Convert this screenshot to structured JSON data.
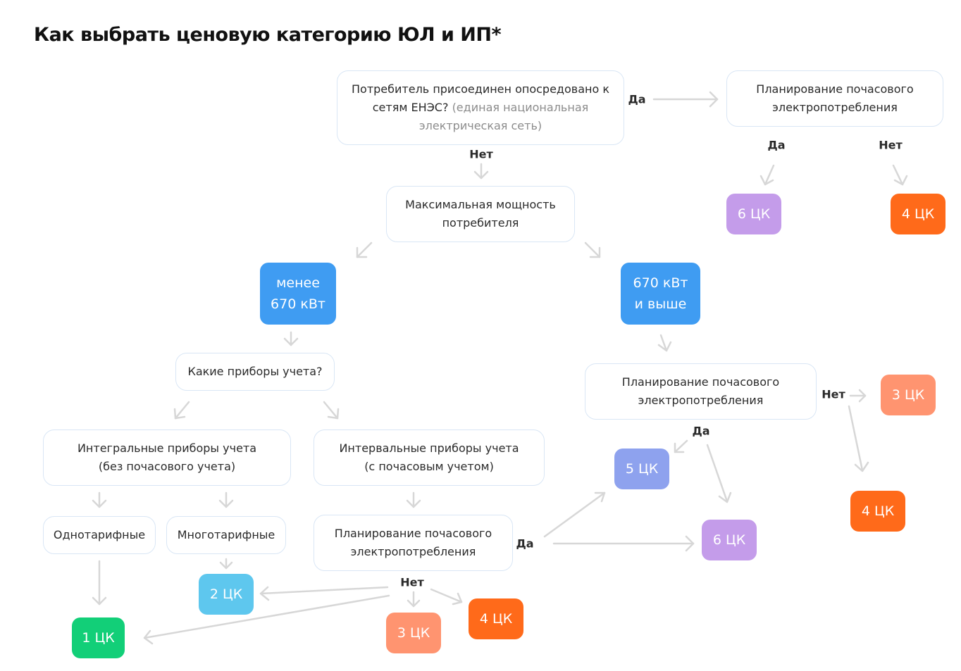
{
  "title": "Как выбрать ценовую категорию ЮЛ и ИП*",
  "colors": {
    "node_border": "#d9e6f5",
    "arrow": "#d7d7d7",
    "blue": "#3f9cf2",
    "purple_light": "#c49cea",
    "orange": "#ff6a1a",
    "salmon": "#ff9470",
    "indigo": "#8ea2ee",
    "sky": "#5ec7ee",
    "green": "#12cf78"
  },
  "nodes": {
    "q_enes": {
      "text": "Потребитель присоединен опосредовано к сетям ЕНЭС?",
      "note": "(единая национальная электрическая сеть)"
    },
    "plan_top": "Планирование почасового электропотребления",
    "max_power": "Максимальная мощность потребителя",
    "less_670": "менее 670 кВт",
    "more_670": "670 кВт и выше",
    "meters": "Какие приборы учета?",
    "integral": "Интегральные приборы учета (без почасового учета)",
    "interval": "Интервальные приборы учета (с почасовым учетом)",
    "single_tariff": "Однотарифные",
    "multi_tariff": "Многотарифные",
    "plan_interval": "Планирование почасового электропотребления",
    "plan_right": "Планирование почасового электропотребления"
  },
  "results": {
    "top_da": "6 ЦК",
    "top_net": "4 ЦК",
    "right_net": "3 ЦК",
    "right_net_4": "4 ЦК",
    "right_da_5": "5 ЦК",
    "right_da_6": "6 ЦК",
    "ck2": "2 ЦК",
    "ck1": "1 ЦК",
    "ck3": "3 ЦК",
    "ck4": "4 ЦК"
  },
  "labels": {
    "yes": "Да",
    "no": "Нет"
  }
}
